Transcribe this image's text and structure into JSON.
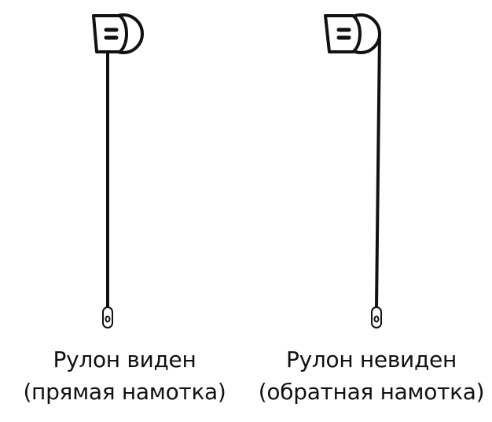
{
  "colors": {
    "stroke": "#111111",
    "background": "#ffffff"
  },
  "panels": [
    {
      "id": "direct",
      "title": "Рулон виден",
      "subtitle": "(прямая намотка)"
    },
    {
      "id": "reverse",
      "title": "Рулон невиден",
      "subtitle": "(обратная намотка)"
    }
  ]
}
